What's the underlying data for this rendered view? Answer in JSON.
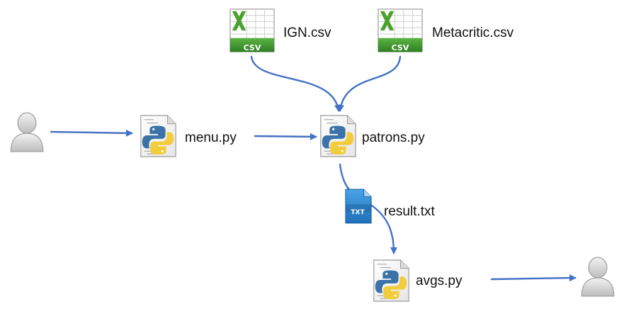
{
  "colors": {
    "arrow": "#4472c4",
    "csv_green": "#3f9a2f",
    "csv_x": "#4aa22c",
    "txt_blue": "#2b86cf",
    "python_blue": "#3b73a8",
    "python_yellow": "#f2cc3b",
    "user_gray": "#d3d3d3"
  },
  "nodes": {
    "user_start": {
      "icon": "user-icon"
    },
    "menu": {
      "label": "menu.py",
      "icon": "python-file-icon"
    },
    "patrons": {
      "label": "patrons.py",
      "icon": "python-file-icon"
    },
    "ign": {
      "label": "IGN.csv",
      "icon": "csv-file-icon",
      "badge": "CSV"
    },
    "metacritic": {
      "label": "Metacritic.csv",
      "icon": "csv-file-icon",
      "badge": "CSV"
    },
    "result": {
      "label": "result.txt",
      "icon": "txt-file-icon",
      "badge": "TXT"
    },
    "avgs": {
      "label": "avgs.py",
      "icon": "python-file-icon"
    },
    "user_end": {
      "icon": "user-icon"
    }
  },
  "edges": [
    {
      "from": "user_start",
      "to": "menu"
    },
    {
      "from": "menu",
      "to": "patrons"
    },
    {
      "from": "ign",
      "to": "patrons"
    },
    {
      "from": "metacritic",
      "to": "patrons"
    },
    {
      "from": "patrons",
      "to": "avgs",
      "via": "result"
    },
    {
      "from": "avgs",
      "to": "user_end"
    }
  ]
}
